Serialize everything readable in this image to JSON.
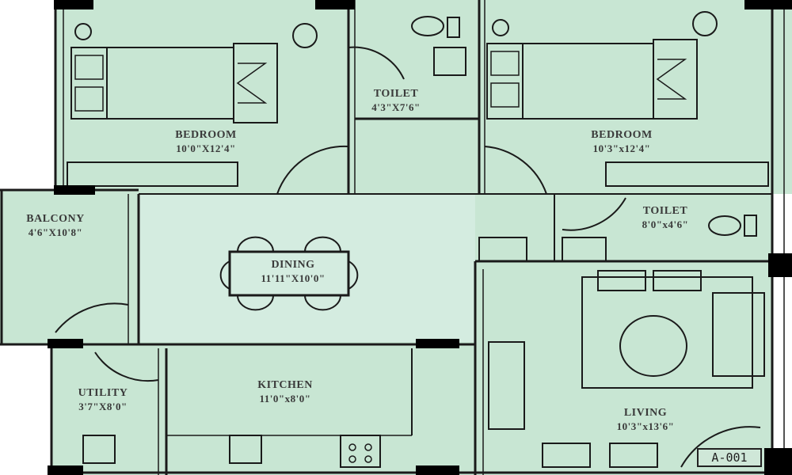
{
  "plan": {
    "unit_code": "A-001",
    "rooms": [
      {
        "id": "bedroom-1",
        "name": "BEDROOM",
        "size": "10'0\"X12'4\""
      },
      {
        "id": "toilet-1",
        "name": "TOILET",
        "size": "4'3\"X7'6\""
      },
      {
        "id": "bedroom-2",
        "name": "BEDROOM",
        "size": "10'3\"x12'4\""
      },
      {
        "id": "balcony",
        "name": "BALCONY",
        "size": "4'6\"X10'8\""
      },
      {
        "id": "toilet-2",
        "name": "TOILET",
        "size": "8'0\"x4'6\""
      },
      {
        "id": "dining",
        "name": "DINING",
        "size": "11'11\"X10'0\""
      },
      {
        "id": "utility",
        "name": "UTILITY",
        "size": "3'7\"X8'0\""
      },
      {
        "id": "kitchen",
        "name": "KITCHEN",
        "size": "11'0\"x8'0\""
      },
      {
        "id": "living",
        "name": "LIVING",
        "size": "10'3\"x13'6\""
      }
    ],
    "colors": {
      "floor": "#c8e6d3",
      "wall": "#1a1a1a",
      "text": "#3a3a3a"
    }
  }
}
